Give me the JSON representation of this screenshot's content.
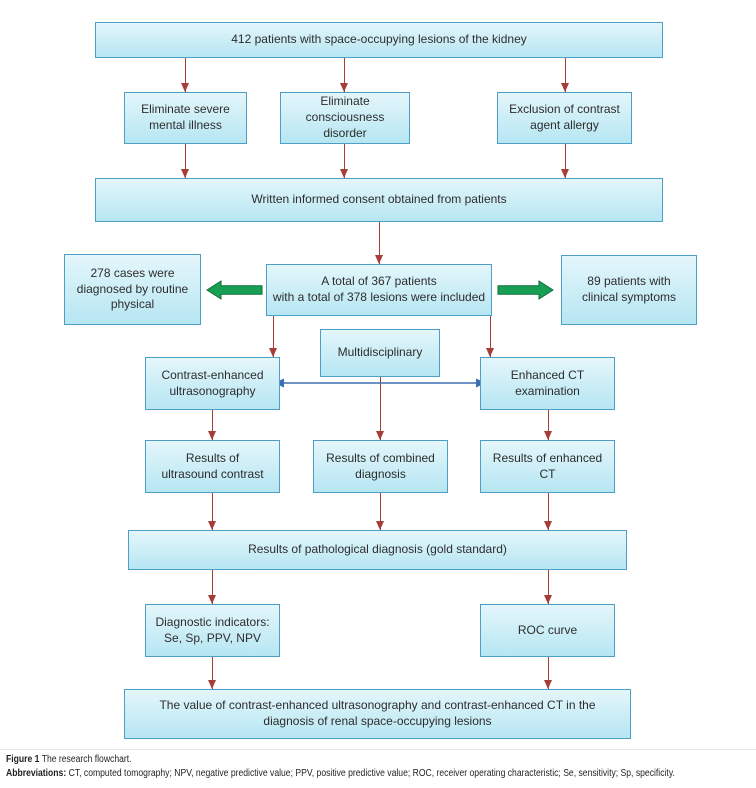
{
  "figure": {
    "caption": {
      "label": "Figure 1",
      "text": "The research flowchart."
    },
    "abbreviations": {
      "label": "Abbreviations:",
      "text": "CT, computed tomography; NPV, negative predictive value; PPV, positive predictive value; ROC, receiver operating characteristic; Se, sensitivity; Sp, specificity."
    }
  },
  "colors": {
    "box_border": "#4e9fc6",
    "box_fill_top": "#e4f6fb",
    "box_fill_bottom": "#b6e6f2",
    "arrow_red": "#a43e36",
    "arrow_green": "#17a053",
    "arrow_green_dark": "#0c6e38",
    "arrow_blue": "#3f6db4",
    "text_color": "#2d2d2d"
  },
  "nodes": {
    "patients412": "412 patients with space-occupying lesions of the kidney",
    "eliminateMental": "Eliminate severe\nmental illness",
    "eliminateConsciousness": "Eliminate\nconsciousness disorder",
    "exclusionAllergy": "Exclusion of contrast\nagent allergy",
    "consent": "Written informed consent obtained from patients",
    "cases278": "278 cases were\ndiagnosed by routine\nphysical",
    "included367": "A total of 367 patients\nwith a total of 378 lesions were included",
    "patients89": "89 patients with\nclinical symptoms",
    "multidisciplinary": "Multidisciplinary",
    "ceus": "Contrast-enhanced\nultrasonography",
    "enhancedCT": "Enhanced CT\nexamination",
    "resultsUltrasound": "Results of\nultrasound contrast",
    "resultsCombined": "Results of combined\ndiagnosis",
    "resultsCT": "Results of enhanced\nCT",
    "pathological": "Results of pathological diagnosis (gold standard)",
    "diagnosticIndicators": "Diagnostic indicators:\nSe, Sp, PPV, NPV",
    "rocCurve": "ROC curve",
    "valueConclusion": "The value of contrast-enhanced ultrasonography and contrast-enhanced CT in the\ndiagnosis of renal space-occupying lesions"
  },
  "edges": [
    {
      "from": "patients412",
      "to": "eliminateMental",
      "type": "red-arrow"
    },
    {
      "from": "patients412",
      "to": "eliminateConsciousness",
      "type": "red-arrow"
    },
    {
      "from": "patients412",
      "to": "exclusionAllergy",
      "type": "red-arrow"
    },
    {
      "from": "eliminateMental",
      "to": "consent",
      "type": "red-arrow"
    },
    {
      "from": "eliminateConsciousness",
      "to": "consent",
      "type": "red-arrow"
    },
    {
      "from": "exclusionAllergy",
      "to": "consent",
      "type": "red-arrow"
    },
    {
      "from": "consent",
      "to": "included367",
      "type": "red-arrow"
    },
    {
      "from": "included367",
      "to": "cases278",
      "type": "green-block-arrow"
    },
    {
      "from": "included367",
      "to": "patients89",
      "type": "green-block-arrow"
    },
    {
      "from": "included367",
      "to": "ceus",
      "type": "red-arrow"
    },
    {
      "from": "included367",
      "to": "enhancedCT",
      "type": "red-arrow"
    },
    {
      "from": "ceus",
      "to": "enhancedCT",
      "type": "blue-double-arrow"
    },
    {
      "from": "multidisciplinary",
      "to": "resultsCombined",
      "type": "red-arrow"
    },
    {
      "from": "ceus",
      "to": "resultsUltrasound",
      "type": "red-arrow"
    },
    {
      "from": "enhancedCT",
      "to": "resultsCT",
      "type": "red-arrow"
    },
    {
      "from": "resultsUltrasound",
      "to": "pathological",
      "type": "red-arrow"
    },
    {
      "from": "resultsCombined",
      "to": "pathological",
      "type": "red-arrow"
    },
    {
      "from": "resultsCT",
      "to": "pathological",
      "type": "red-arrow"
    },
    {
      "from": "pathological",
      "to": "diagnosticIndicators",
      "type": "red-arrow"
    },
    {
      "from": "pathological",
      "to": "rocCurve",
      "type": "red-arrow"
    },
    {
      "from": "diagnosticIndicators",
      "to": "valueConclusion",
      "type": "red-arrow"
    },
    {
      "from": "rocCurve",
      "to": "valueConclusion",
      "type": "red-arrow"
    }
  ]
}
